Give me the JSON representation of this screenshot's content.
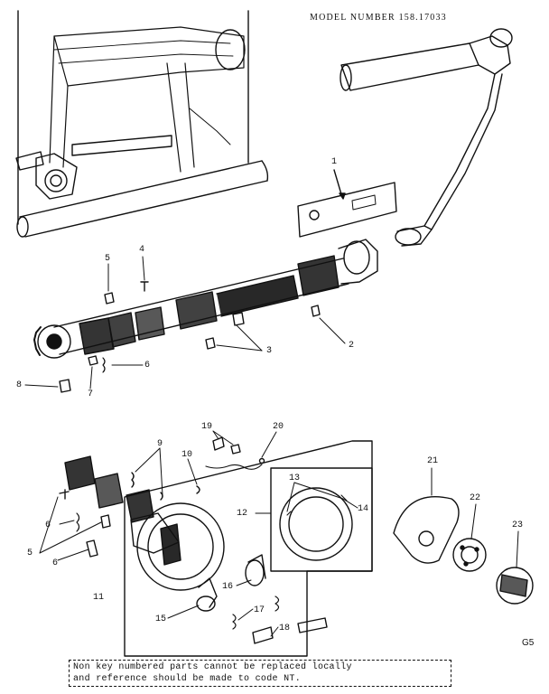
{
  "title": "MODEL NUMBER 158.17033",
  "page_code": "G5",
  "note": {
    "line1": "Non key numbered parts cannot be replaced locally",
    "line2": "and reference should be made to code NT."
  },
  "callouts": [
    "1",
    "2",
    "3",
    "4",
    "5",
    "6",
    "7",
    "8",
    "9",
    "10",
    "11",
    "12",
    "13",
    "14",
    "15",
    "16",
    "17",
    "18",
    "19",
    "20",
    "21",
    "22",
    "23"
  ]
}
